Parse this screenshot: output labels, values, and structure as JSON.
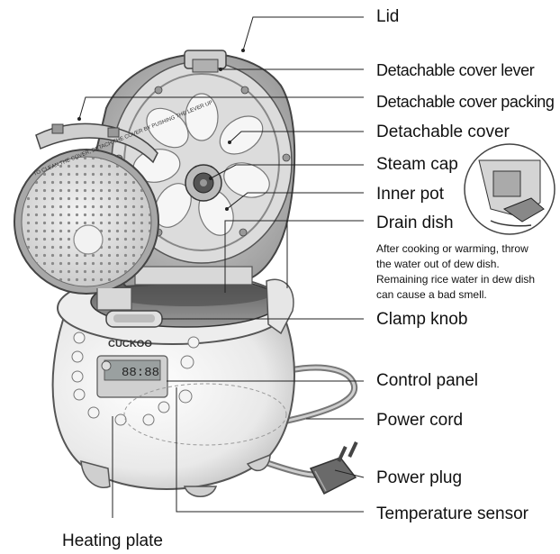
{
  "labels": {
    "lid": "Lid",
    "detachable_cover_lever": "Detachable cover lever",
    "detachable_cover_packing": "Detachable cover packing",
    "detachable_cover": "Detachable cover",
    "steam_cap": "Steam cap",
    "inner_pot": "Inner pot",
    "drain_dish": "Drain dish",
    "clamp_knob": "Clamp knob",
    "control_panel": "Control panel",
    "power_cord": "Power cord",
    "power_plug": "Power plug",
    "temperature_sensor": "Temperature sensor",
    "heating_plate": "Heating plate"
  },
  "drain_dish_note": [
    "After cooking or warming, throw",
    "the water out of dew dish.",
    "Remaining rice water in dew dish",
    "can cause a bad smell."
  ],
  "brand": "CUCKOO",
  "cover_caption": "TO CLEAN THE COVER, DETACH THE COVER BY PUSHING THE LEVER UP"
}
